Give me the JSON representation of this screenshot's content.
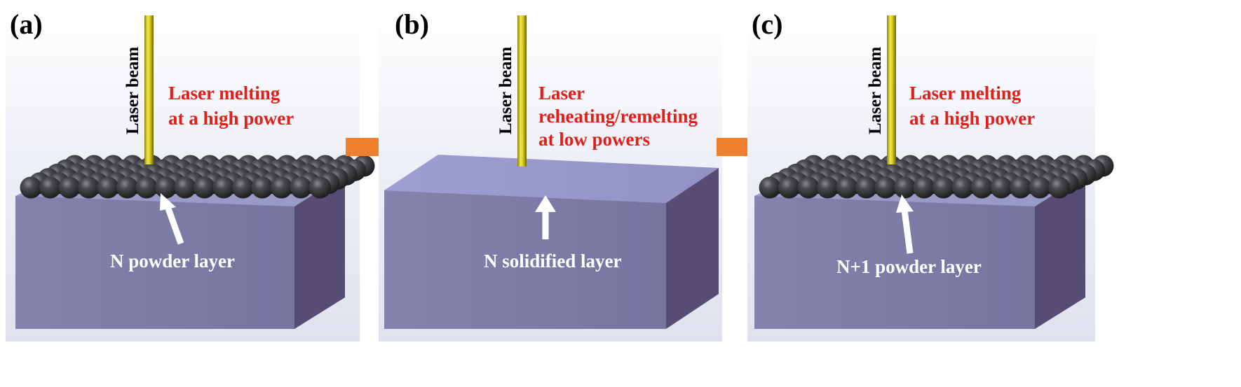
{
  "panels": [
    {
      "label": "(a)",
      "laser_label": "Laser beam",
      "process_lines": [
        "Laser melting",
        "at a high power"
      ],
      "layer_label": "N powder layer",
      "surface": "powder"
    },
    {
      "label": "(b)",
      "laser_label": "Laser beam",
      "process_lines": [
        "Laser",
        "reheating/remelting",
        "at low powers"
      ],
      "layer_label": "N solidified layer",
      "surface": "solid"
    },
    {
      "label": "(c)",
      "laser_label": "Laser beam",
      "process_lines": [
        "Laser melting",
        "at a high power"
      ],
      "layer_label": "N+1 powder layer",
      "surface": "powder"
    }
  ],
  "arrows": [
    {
      "from": "(a)",
      "to": "(b)"
    },
    {
      "from": "(b)",
      "to": "(c)"
    }
  ],
  "colors": {
    "block_front": "#7b7ba6",
    "block_side": "#564c74",
    "block_top": "#9999cc",
    "laser": "#ddd21a",
    "powder": "#3c3c3e",
    "process_text": "#e0201b",
    "transition_arrow": "#ef7f2d",
    "pointer_arrow": "#ffffff"
  }
}
